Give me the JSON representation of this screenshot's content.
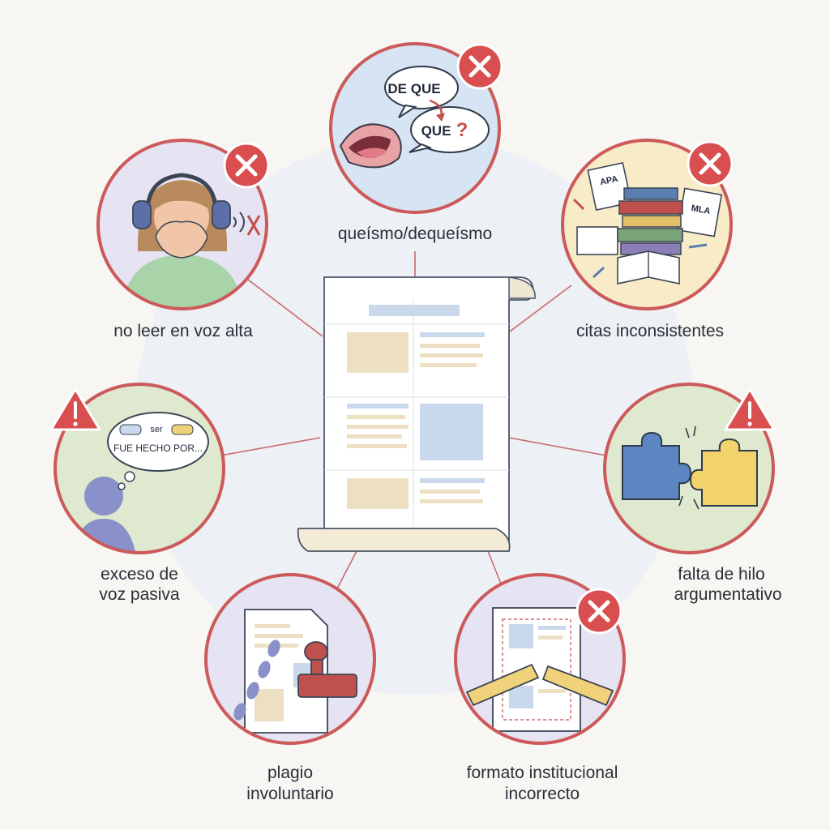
{
  "center": {
    "icon": "document-scroll-icon"
  },
  "colors": {
    "ring": "#cc5a5a",
    "connector": "#c96a6a",
    "error_badge": "#d94f4f",
    "warning_badge": "#d94f4f"
  },
  "nodes": [
    {
      "id": "queismo",
      "label_lines": [
        "queísmo/dequeísmo"
      ],
      "badge": "error",
      "icon": "mouth-speech-icon",
      "bubble_top": "DE QUE",
      "bubble_bottom": "QUE",
      "bubble_mark": "?"
    },
    {
      "id": "citas",
      "label_lines": [
        "citas inconsistentes"
      ],
      "badge": "error",
      "icon": "books-citations-icon",
      "tag_a": "APA",
      "tag_b": "MLA"
    },
    {
      "id": "hilo",
      "label_lines": [
        "falta de hilo",
        "argumentativo"
      ],
      "badge": "warning",
      "icon": "broken-puzzle-icon"
    },
    {
      "id": "formato",
      "label_lines": [
        "formato institucional",
        "incorrecto"
      ],
      "badge": "error",
      "icon": "broken-ruler-icon"
    },
    {
      "id": "plagio",
      "label_lines": [
        "plagio",
        "involuntario"
      ],
      "badge": "none",
      "icon": "stamp-footprints-icon"
    },
    {
      "id": "pasiva",
      "label_lines": [
        "exceso de",
        "voz pasiva"
      ],
      "badge": "warning",
      "icon": "thinking-person-icon",
      "bubble_word": "ser",
      "bubble_text": "FUE HECHO POR..."
    },
    {
      "id": "voz_alta",
      "label_lines": [
        "no leer en voz alta"
      ],
      "badge": "error",
      "icon": "headphones-person-icon"
    }
  ]
}
